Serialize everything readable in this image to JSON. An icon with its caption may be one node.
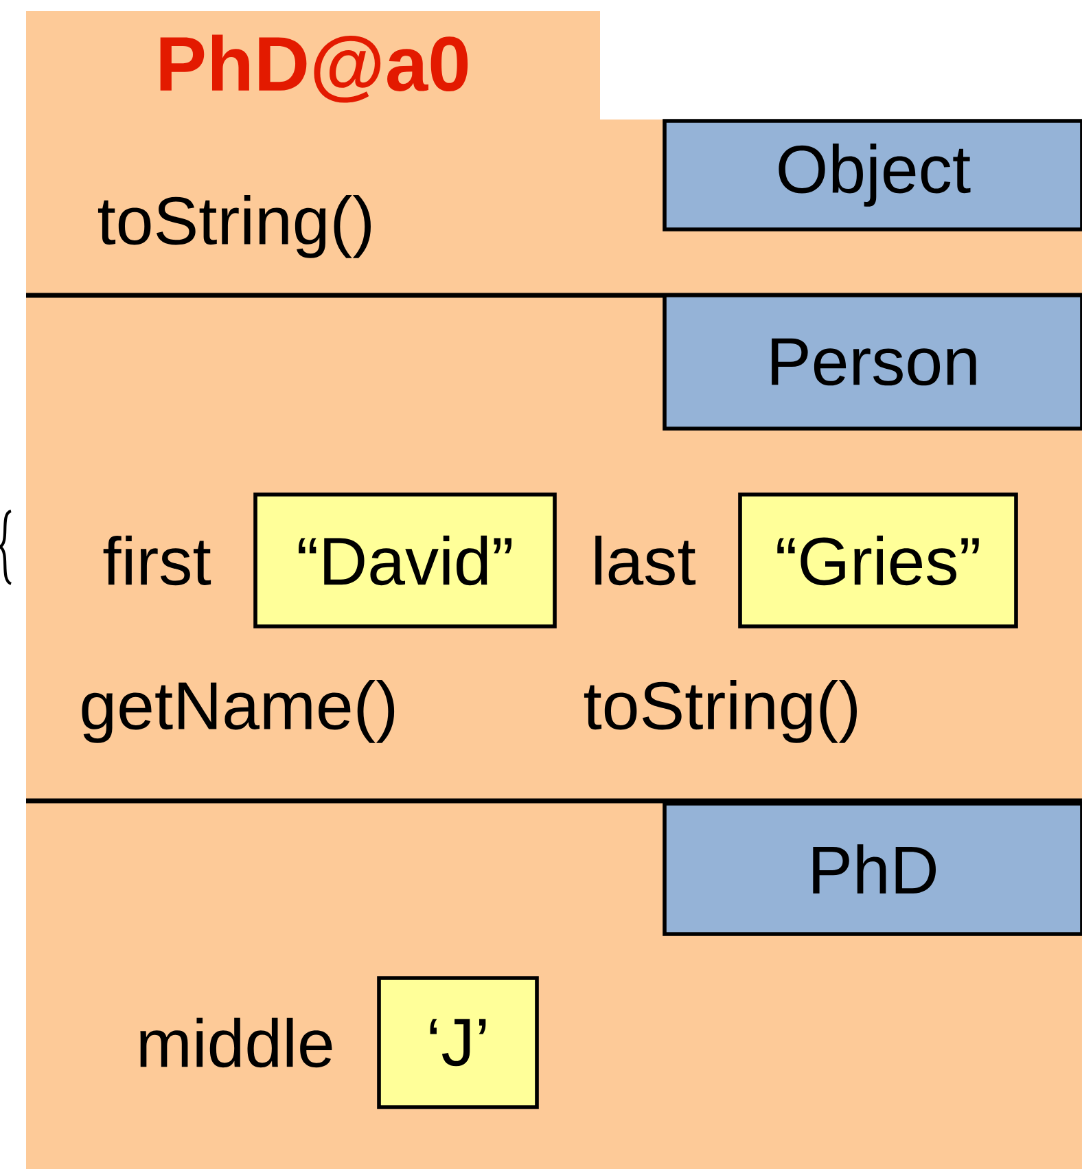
{
  "diagram": {
    "nodes": [
      {
        "text": [
          "PhD@a0"
        ]
      },
      {
        "text": [
          "Object"
        ],
        "in": 0
      },
      {
        "text": [
          "Person"
        ],
        "in": 0
      },
      {
        "text": [
          "“David”"
        ],
        "in": 0,
        "beside": [
          "first"
        ]
      },
      {
        "text": [
          "“Gries”"
        ],
        "in": 0,
        "beside": [
          "last"
        ]
      },
      {
        "text": [
          "PhD"
        ],
        "in": 0
      },
      {
        "text": [
          "‘J’"
        ],
        "in": 0,
        "beside": [
          "middle"
        ]
      }
    ],
    "labels": [
      "toString()",
      "getName()",
      "toString()"
    ]
  }
}
